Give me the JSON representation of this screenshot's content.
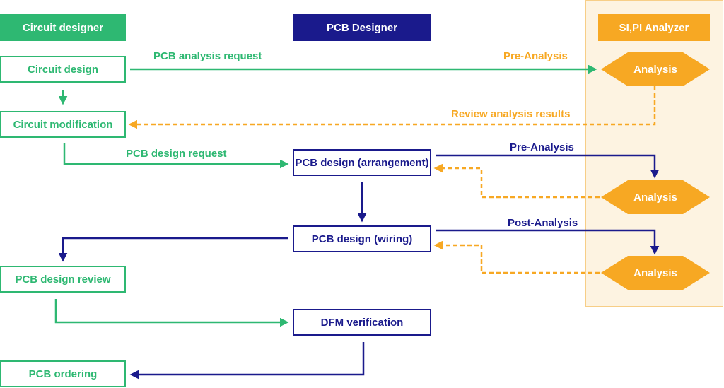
{
  "colors": {
    "green": "#2eb872",
    "navy": "#1a1a8c",
    "orange": "#f7a823",
    "lane_bg": "#fdf3e1"
  },
  "headers": {
    "circuit": "Circuit designer",
    "pcb": "PCB Designer",
    "analyzer": "SI,PI  Analyzer"
  },
  "boxes": {
    "circuit_design": "Circuit design",
    "circuit_modification": "Circuit modification",
    "pcb_design_review": "PCB design review",
    "pcb_ordering": "PCB ordering",
    "pcb_arrangement": "PCB design (arrangement)",
    "pcb_wiring": "PCB design (wiring)",
    "dfm_verification": "DFM verification"
  },
  "analysis_nodes": [
    "Analysis",
    "Analysis",
    "Analysis"
  ],
  "labels": {
    "pcb_analysis_request": "PCB analysis request",
    "pre_analysis_1": "Pre-Analysis",
    "review_results": "Review analysis results",
    "pcb_design_request": "PCB design request",
    "pre_analysis_2": "Pre-Analysis",
    "post_analysis": "Post-Analysis"
  }
}
